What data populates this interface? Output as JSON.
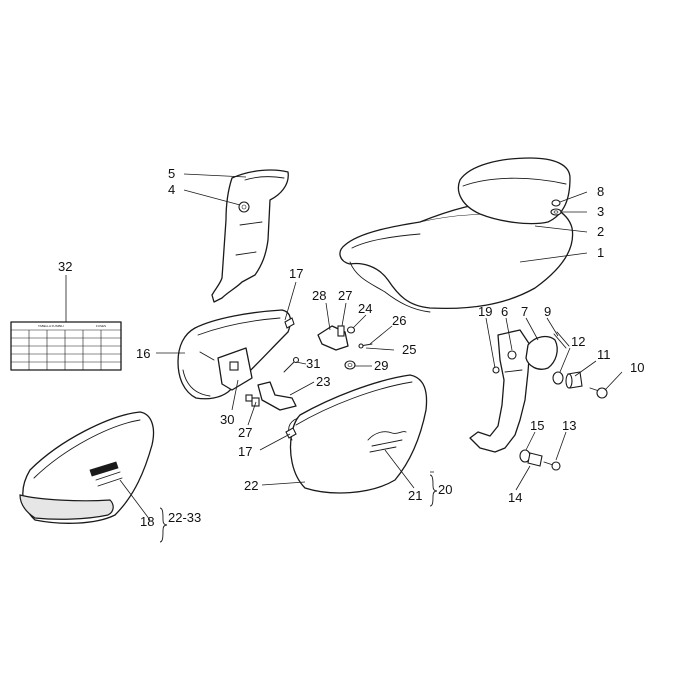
{
  "callouts": [
    {
      "id": "c1",
      "label": "1"
    },
    {
      "id": "c2",
      "label": "2"
    },
    {
      "id": "c3",
      "label": "3"
    },
    {
      "id": "c4",
      "label": "4"
    },
    {
      "id": "c5",
      "label": "5"
    },
    {
      "id": "c6",
      "label": "6"
    },
    {
      "id": "c7",
      "label": "7"
    },
    {
      "id": "c8",
      "label": "8"
    },
    {
      "id": "c9",
      "label": "9"
    },
    {
      "id": "c10",
      "label": "10"
    },
    {
      "id": "c11",
      "label": "11"
    },
    {
      "id": "c12",
      "label": "12"
    },
    {
      "id": "c13",
      "label": "13"
    },
    {
      "id": "c14",
      "label": "14"
    },
    {
      "id": "c15",
      "label": "15"
    },
    {
      "id": "c16",
      "label": "16"
    },
    {
      "id": "c17a",
      "label": "17"
    },
    {
      "id": "c17b",
      "label": "17"
    },
    {
      "id": "c18",
      "label": "18"
    },
    {
      "id": "c19",
      "label": "19"
    },
    {
      "id": "c20",
      "label": "20"
    },
    {
      "id": "c21",
      "label": "21"
    },
    {
      "id": "c22",
      "label": "22"
    },
    {
      "id": "c22-33",
      "label": "22-33"
    },
    {
      "id": "c23",
      "label": "23"
    },
    {
      "id": "c24",
      "label": "24"
    },
    {
      "id": "c25",
      "label": "25"
    },
    {
      "id": "c26",
      "label": "26"
    },
    {
      "id": "c27a",
      "label": "27"
    },
    {
      "id": "c27b",
      "label": "27"
    },
    {
      "id": "c28",
      "label": "28"
    },
    {
      "id": "c29",
      "label": "29"
    },
    {
      "id": "c30",
      "label": "30"
    },
    {
      "id": "c31",
      "label": "31"
    },
    {
      "id": "c32",
      "label": "32"
    }
  ],
  "fuse_table": {
    "title": "TABELLA FUSIBILI",
    "header_right": "FUSES"
  }
}
